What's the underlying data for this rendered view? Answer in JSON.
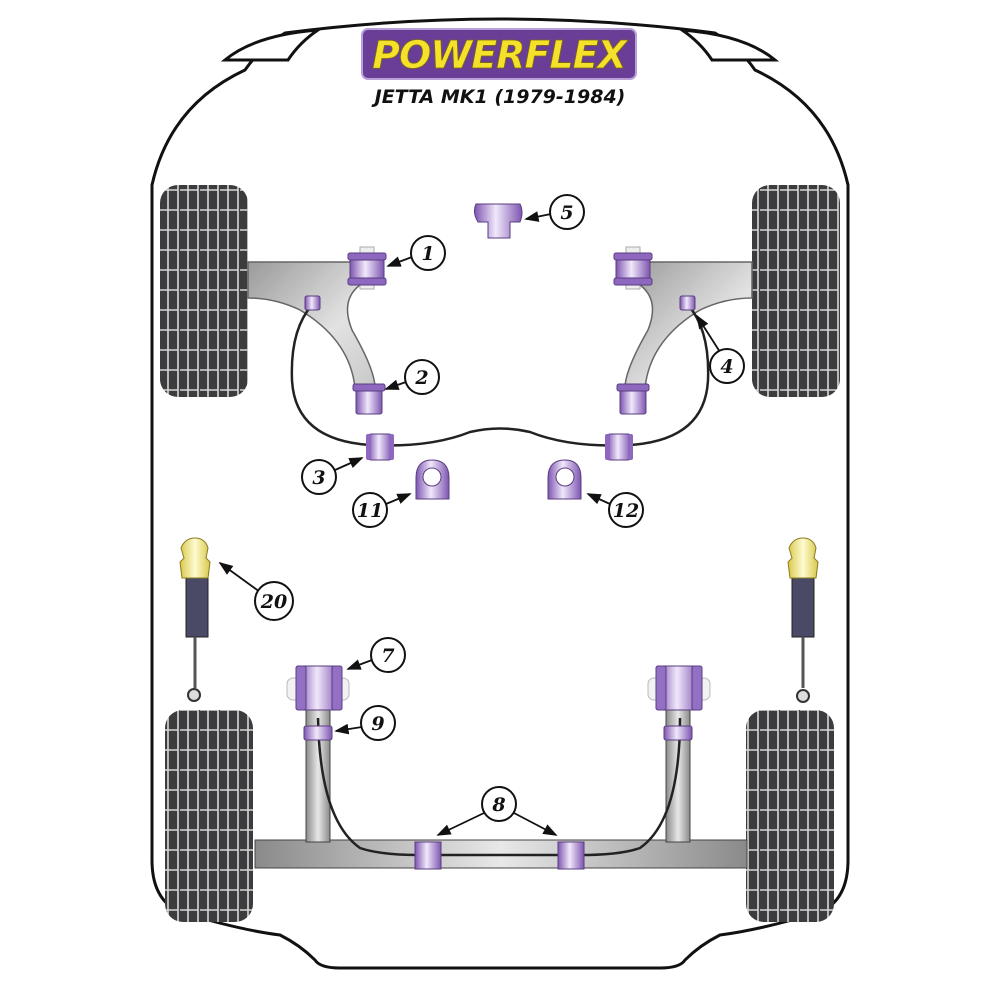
{
  "header": {
    "brand": "POWERFLEX",
    "subtitle": "JETTA MK1 (1979-1984)"
  },
  "colors": {
    "brand_purple": "#6a3d97",
    "brand_yellow": "#f5e12a",
    "bush_purple": "#9b78c8",
    "tyre": "#3c3c3e",
    "metal_grey": "#b5b5b5",
    "shock_body": "#4a4a66",
    "top_mount_yellow": "#f2e46a"
  },
  "callouts": [
    {
      "id": "1",
      "label": "1",
      "part": "front-wishbone-front-bush"
    },
    {
      "id": "2",
      "label": "2",
      "part": "front-wishbone-rear-bush"
    },
    {
      "id": "3",
      "label": "3",
      "part": "front-anti-roll-bar-mount"
    },
    {
      "id": "4",
      "label": "4",
      "part": "front-anti-roll-bar-link"
    },
    {
      "id": "5",
      "label": "5",
      "part": "engine-mount-insert"
    },
    {
      "id": "7",
      "label": "7",
      "part": "rear-beam-mounting-bush"
    },
    {
      "id": "8",
      "label": "8",
      "part": "rear-anti-roll-bar-bush"
    },
    {
      "id": "9",
      "label": "9",
      "part": "rear-anti-roll-bar-link-bush"
    },
    {
      "id": "11",
      "label": "11",
      "part": "gearbox-mount-left"
    },
    {
      "id": "12",
      "label": "12",
      "part": "gearbox-mount-right"
    },
    {
      "id": "20",
      "label": "20",
      "part": "rear-shock-top-mount"
    }
  ]
}
